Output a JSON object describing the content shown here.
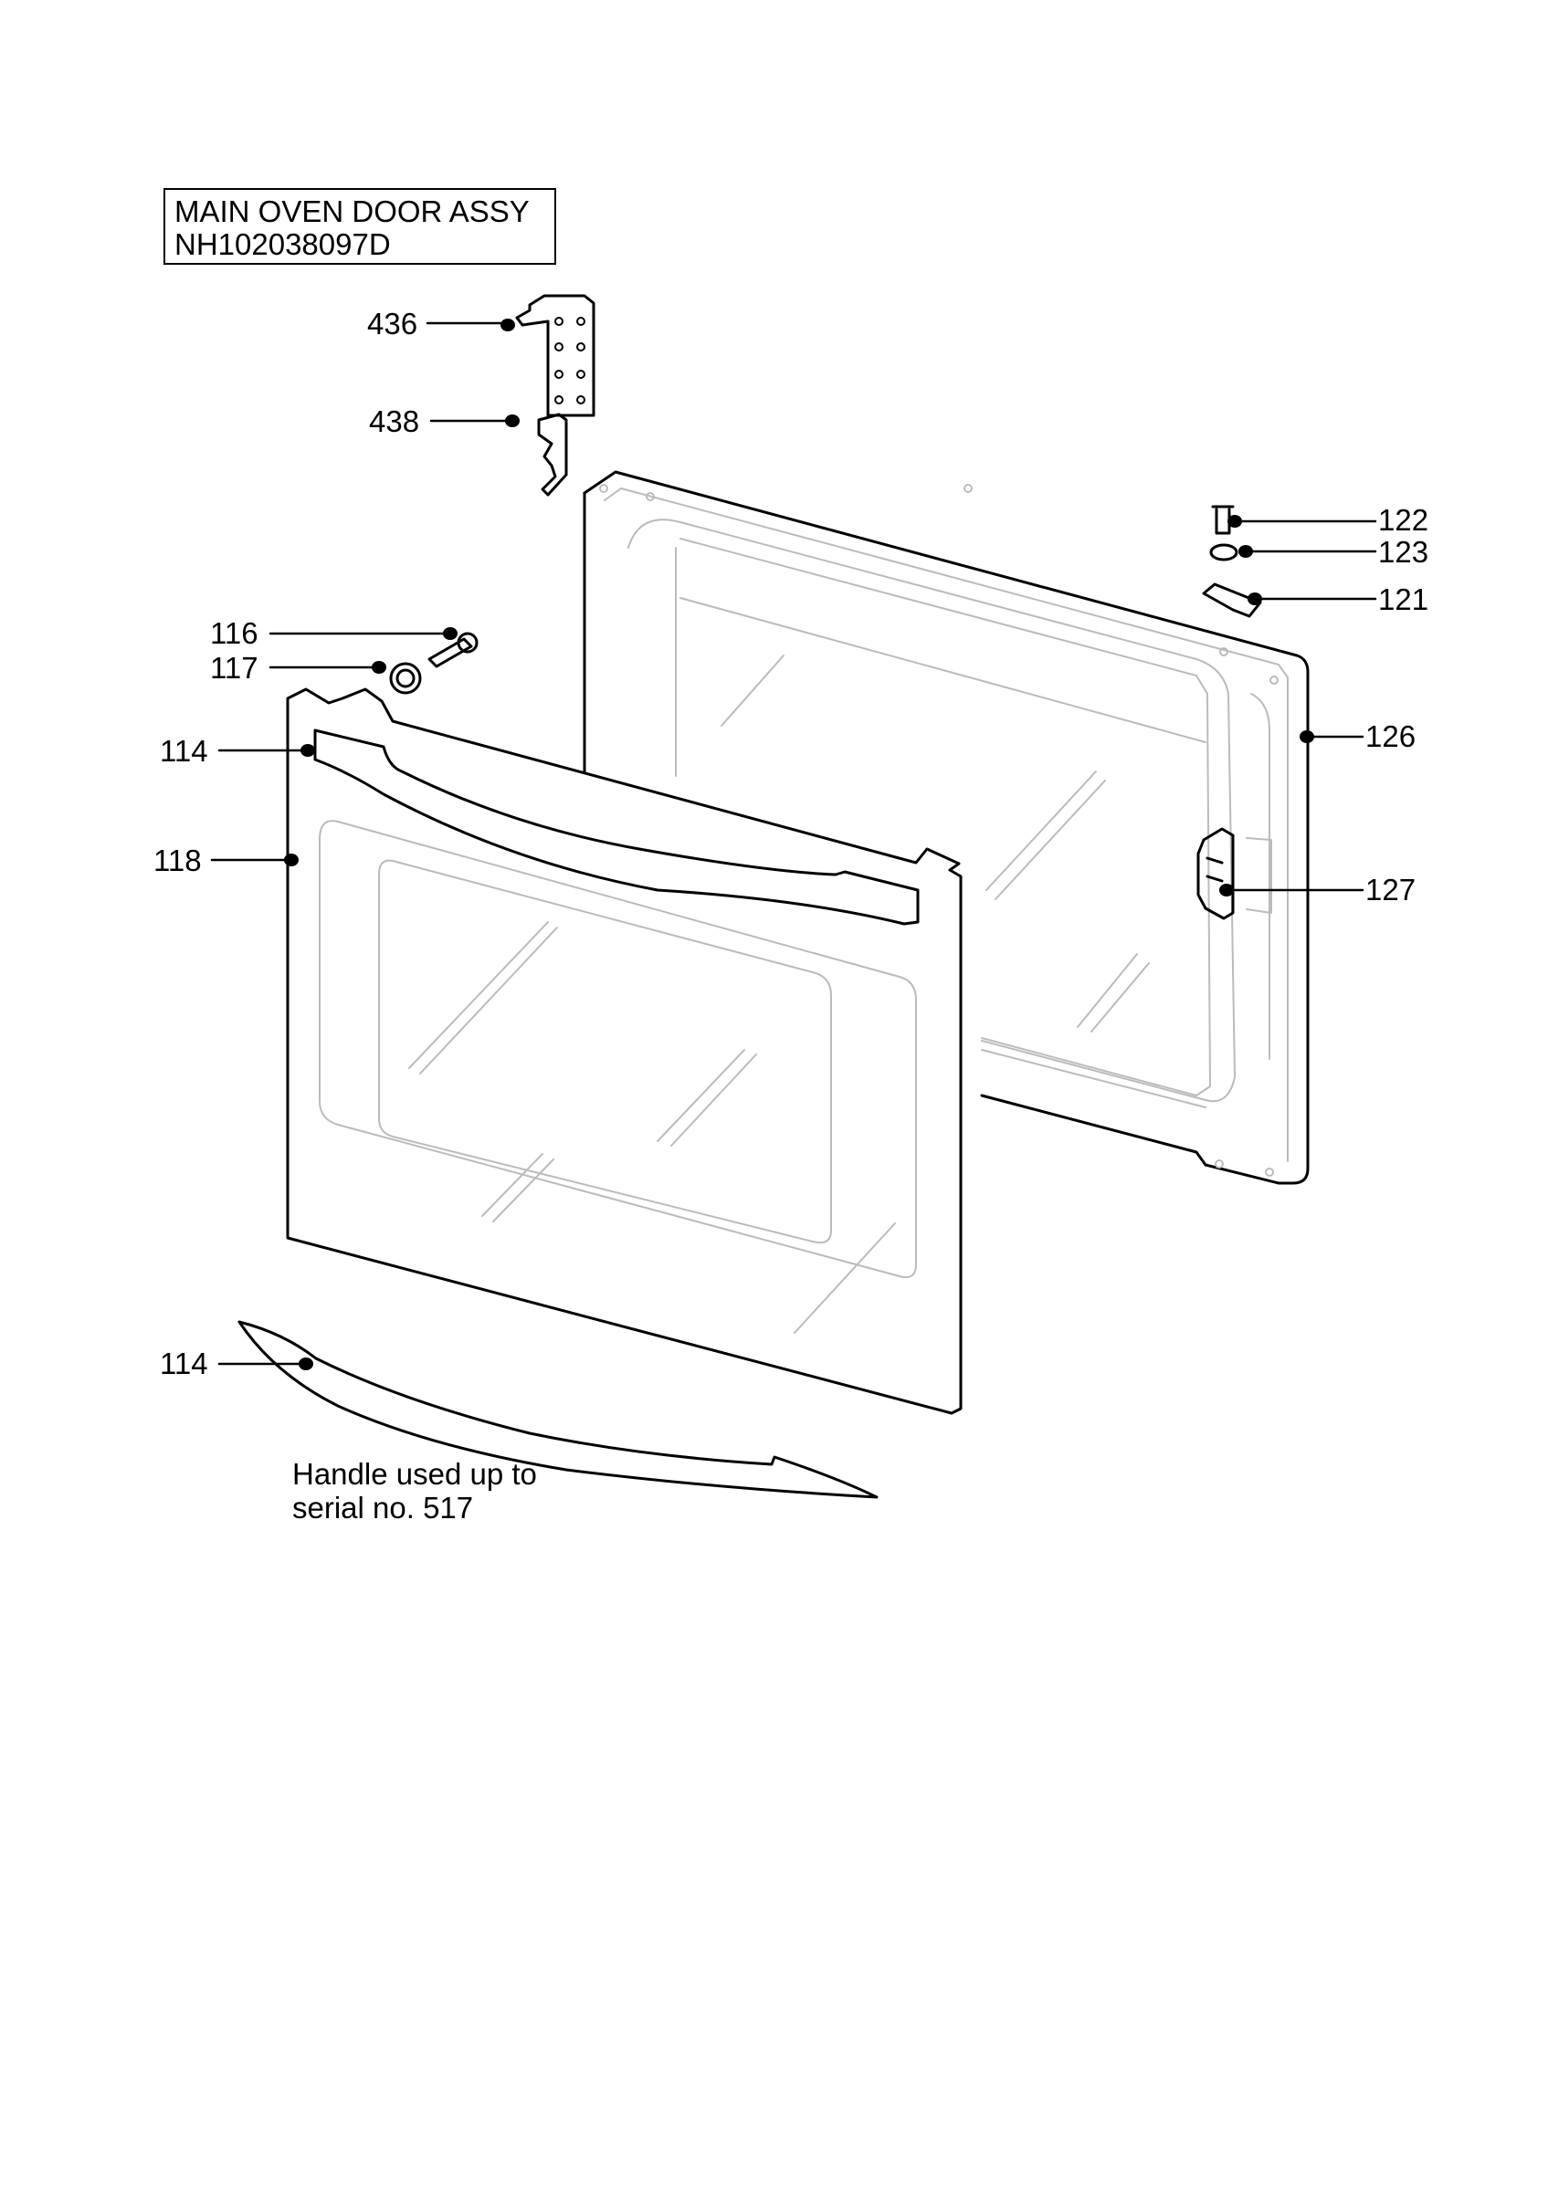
{
  "title": {
    "line1": "MAIN OVEN DOOR ASSY",
    "line2": "NH102038097D"
  },
  "callouts": {
    "c436": "436",
    "c438": "438",
    "c122": "122",
    "c123": "123",
    "c121": "121",
    "c116": "116",
    "c117": "117",
    "c114_top": "114",
    "c126": "126",
    "c118": "118",
    "c127": "127",
    "c114_bottom": "114"
  },
  "note": {
    "line1": "Handle used up to",
    "line2": "serial no. 517"
  }
}
